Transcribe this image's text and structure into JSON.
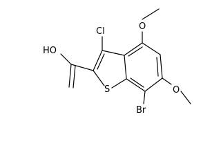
{
  "molecule": {
    "atoms": {
      "hydroxyl": "HO",
      "chlorine": "Cl",
      "sulfur": "S",
      "bromine": "Br",
      "oxygen_4": "O",
      "oxygen_6": "O"
    }
  },
  "colors": {
    "bond": "#000000",
    "label": "#000000",
    "background": "#ffffff"
  }
}
